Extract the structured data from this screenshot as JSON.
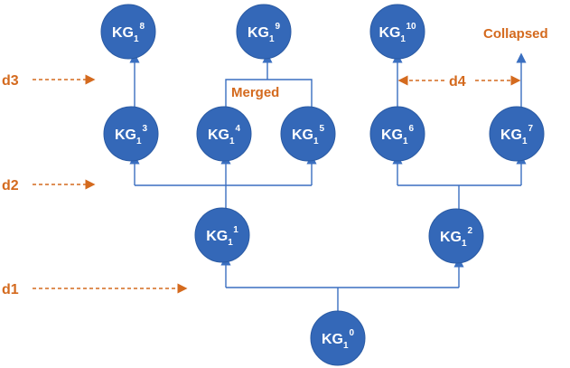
{
  "nodes": [
    {
      "id": "kg1-8",
      "base": "KG",
      "sub": "1",
      "sup": "8"
    },
    {
      "id": "kg1-9",
      "base": "KG",
      "sub": "1",
      "sup": "9"
    },
    {
      "id": "kg1-10",
      "base": "KG",
      "sub": "1",
      "sup": "10"
    },
    {
      "id": "kg1-3",
      "base": "KG",
      "sub": "1",
      "sup": "3"
    },
    {
      "id": "kg1-4",
      "base": "KG",
      "sub": "1",
      "sup": "4"
    },
    {
      "id": "kg1-5",
      "base": "KG",
      "sub": "1",
      "sup": "5"
    },
    {
      "id": "kg1-6",
      "base": "KG",
      "sub": "1",
      "sup": "6"
    },
    {
      "id": "kg1-7",
      "base": "KG",
      "sub": "1",
      "sup": "7"
    },
    {
      "id": "kg1-1",
      "base": "KG",
      "sub": "1",
      "sup": "1"
    },
    {
      "id": "kg1-2",
      "base": "KG",
      "sub": "1",
      "sup": "2"
    },
    {
      "id": "kg1-0",
      "base": "KG",
      "sub": "1",
      "sup": "0"
    }
  ],
  "depth_labels": {
    "d1": "d1",
    "d2": "d2",
    "d3": "d3",
    "d4": "d4"
  },
  "annotations": {
    "merged": "Merged",
    "collapsed": "Collapsed"
  },
  "colors": {
    "node": "#3468b8",
    "edge": "#3a6fc0",
    "accent": "#d46a1e"
  }
}
